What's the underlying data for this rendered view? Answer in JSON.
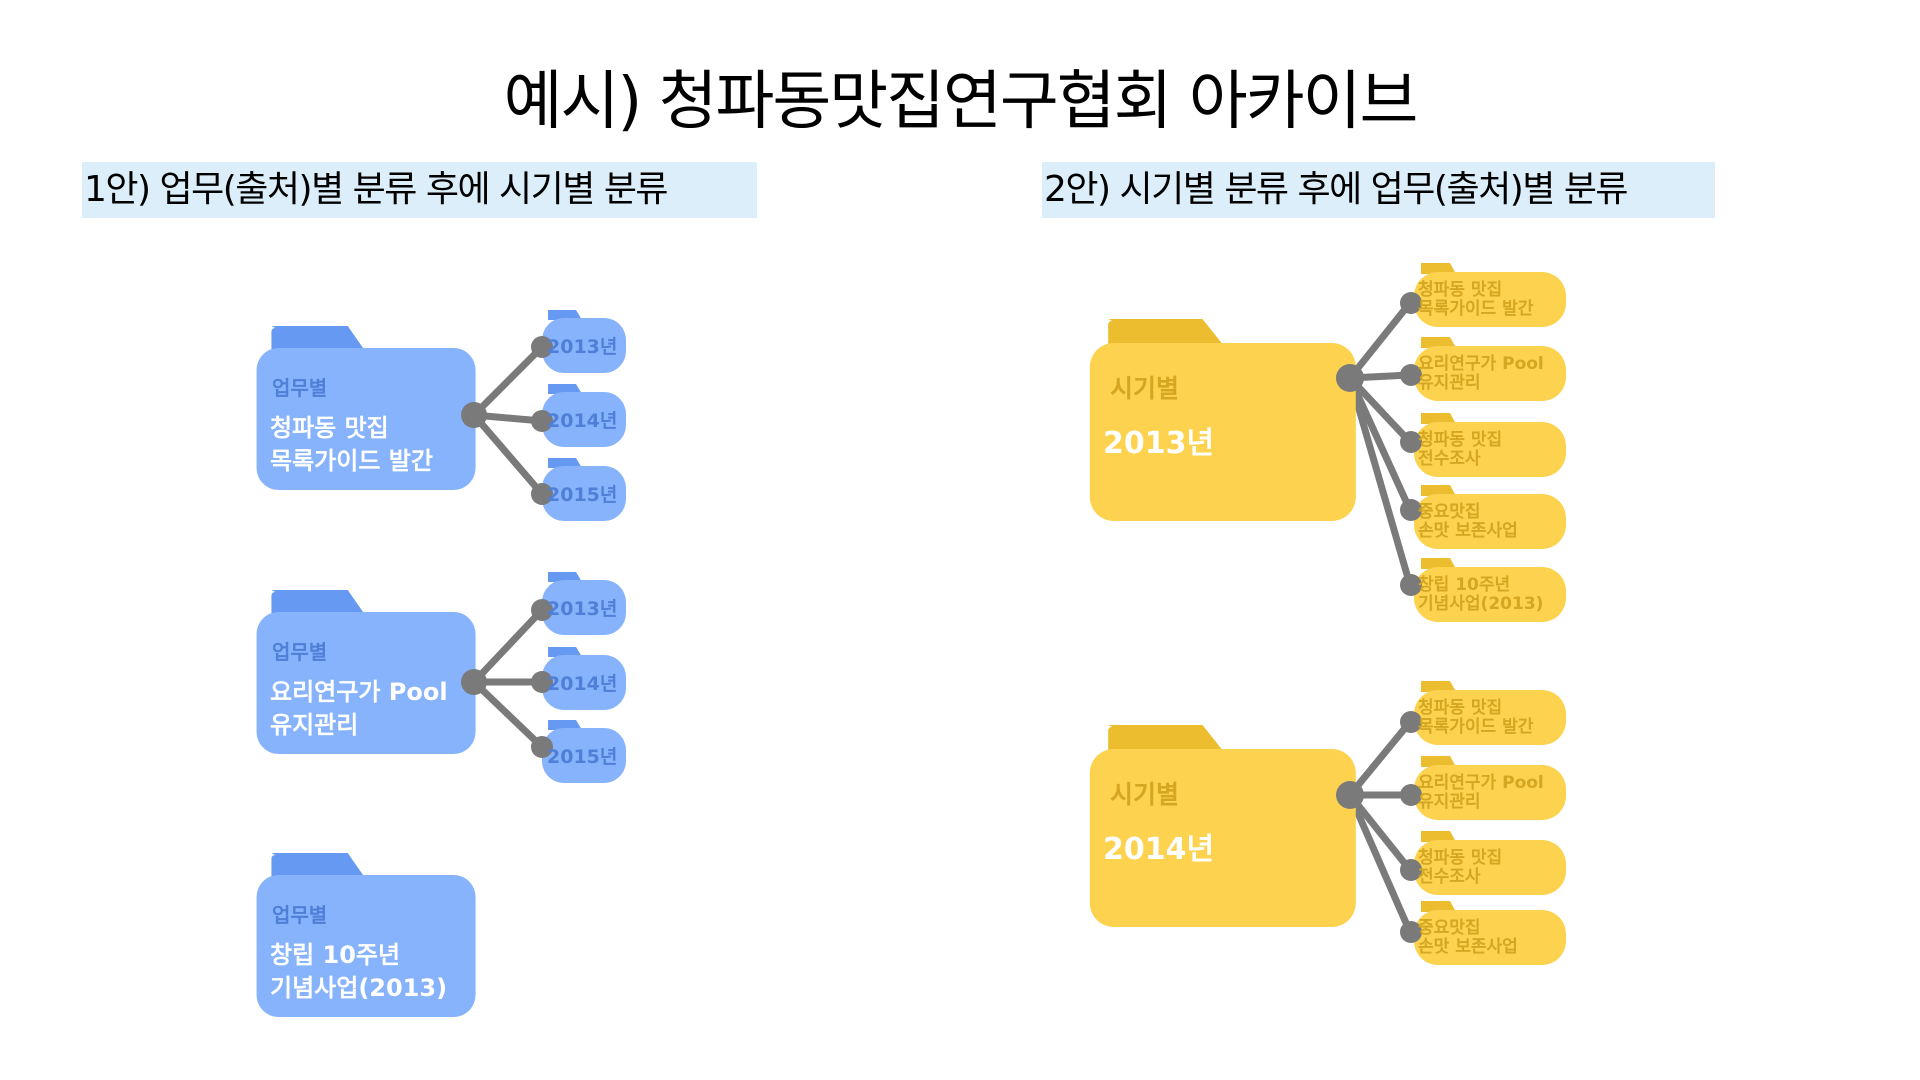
{
  "title": "예시) 청파동맛집연구협회 아카이브",
  "plan1": {
    "heading": "1안) 업무(출처)별 분류 후에 시기별 분류",
    "groups": [
      {
        "category": "업무별",
        "name_lines": [
          "청파동 맛집",
          "목록가이드 발간"
        ],
        "children": [
          "2013년",
          "2014년",
          "2015년"
        ]
      },
      {
        "category": "업무별",
        "name_lines": [
          "요리연구가 Pool",
          "유지관리"
        ],
        "children": [
          "2013년",
          "2014년",
          "2015년"
        ]
      },
      {
        "category": "업무별",
        "name_lines": [
          "창립 10주년",
          "기념사업(2013)"
        ],
        "children": []
      }
    ]
  },
  "plan2": {
    "heading": "2안) 시기별 분류 후에 업무(출처)별 분류",
    "groups": [
      {
        "category": "시기별",
        "name_lines": [
          "2013년"
        ],
        "children": [
          [
            "청파동 맛집",
            "목록가이드 발간"
          ],
          [
            "요리연구가 Pool",
            "유지관리"
          ],
          [
            "청파동 맛집",
            "전수조사"
          ],
          [
            "중요맛집",
            "손맛 보존사업"
          ],
          [
            "창립 10주년",
            "기념사업(2013)"
          ]
        ]
      },
      {
        "category": "시기별",
        "name_lines": [
          "2014년"
        ],
        "children": [
          [
            "청파동 맛집",
            "목록가이드 발간"
          ],
          [
            "요리연구가 Pool",
            "유지관리"
          ],
          [
            "청파동 맛집",
            "전수조사"
          ],
          [
            "중요맛집",
            "손맛 보존사업"
          ]
        ]
      }
    ]
  },
  "colors": {
    "blue_body": "#86b3fb",
    "blue_tab": "#6699f2",
    "blue_label": "#4f7fd6",
    "yellow_body": "#fcd24f",
    "yellow_tab": "#ecbd2f",
    "yellow_label": "#d5a61f",
    "connector": "#7a7a7a",
    "heading_bg": "#dbeef9",
    "white_text": "#ffffff"
  }
}
